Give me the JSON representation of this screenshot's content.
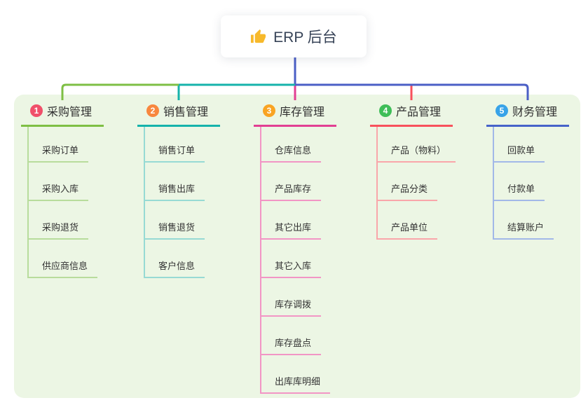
{
  "root": {
    "label": "ERP 后台",
    "icon": "thumbs-up-icon",
    "icon_color": "#f7b92b"
  },
  "connector": {
    "trunk": "#4b5fc6",
    "branch1": "#7ebf44",
    "branch2": "#16b3ab",
    "branch3": "#e23f93",
    "branch4": "#f8515c"
  },
  "colors": {
    "panel_bg": "#ecf6e4",
    "canvas_bg": "#ffffff"
  },
  "branches": [
    {
      "index": "1",
      "label": "采购管理",
      "badge_color": "#f0506a",
      "line_color": "#7ebf44",
      "child_line_color": "#b8dc9c",
      "children": [
        "采购订单",
        "采购入库",
        "采购退货",
        "供应商信息"
      ]
    },
    {
      "index": "2",
      "label": "销售管理",
      "badge_color": "#f8873e",
      "line_color": "#16b3ab",
      "child_line_color": "#97dad4",
      "children": [
        "销售订单",
        "销售出库",
        "销售退货",
        "客户信息"
      ]
    },
    {
      "index": "3",
      "label": "库存管理",
      "badge_color": "#f9a423",
      "line_color": "#e23f93",
      "child_line_color": "#f295c5",
      "children": [
        "仓库信息",
        "产品库存",
        "其它出库",
        "其它入库",
        "库存调拨",
        "库存盘点",
        "出库库明细"
      ]
    },
    {
      "index": "4",
      "label": "产品管理",
      "badge_color": "#3fbe58",
      "line_color": "#f8515c",
      "child_line_color": "#f9a6aa",
      "children": [
        "产品（物料）",
        "产品分类",
        "产品单位"
      ]
    },
    {
      "index": "5",
      "label": "财务管理",
      "badge_color": "#38a3e8",
      "line_color": "#4663c9",
      "child_line_color": "#a2b8e8",
      "children": [
        "回款单",
        "付款单",
        "结算账户"
      ]
    }
  ]
}
